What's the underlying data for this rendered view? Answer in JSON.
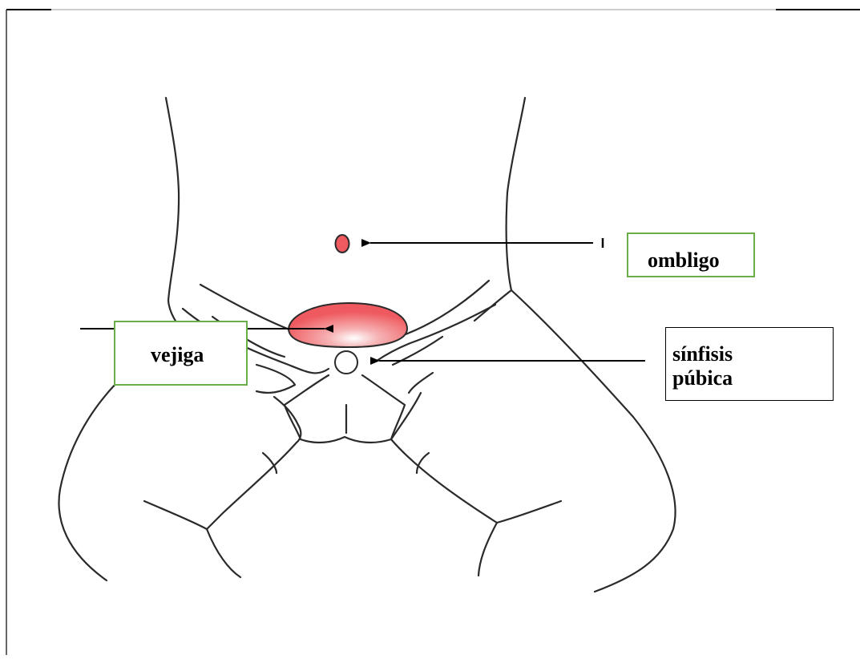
{
  "labels": {
    "ombligo": "ombligo",
    "vejiga": "vejiga",
    "sinfisis_line1": "sínfisis",
    "sinfisis_line2": "púbica"
  },
  "colors": {
    "outline": "#2a2a2a",
    "bladder_fill": "#ee5a5f",
    "bladder_highlight": "#ffffff",
    "green_box_border": "#6aae4a",
    "black_box_border": "#000000",
    "arrow": "#000000"
  }
}
